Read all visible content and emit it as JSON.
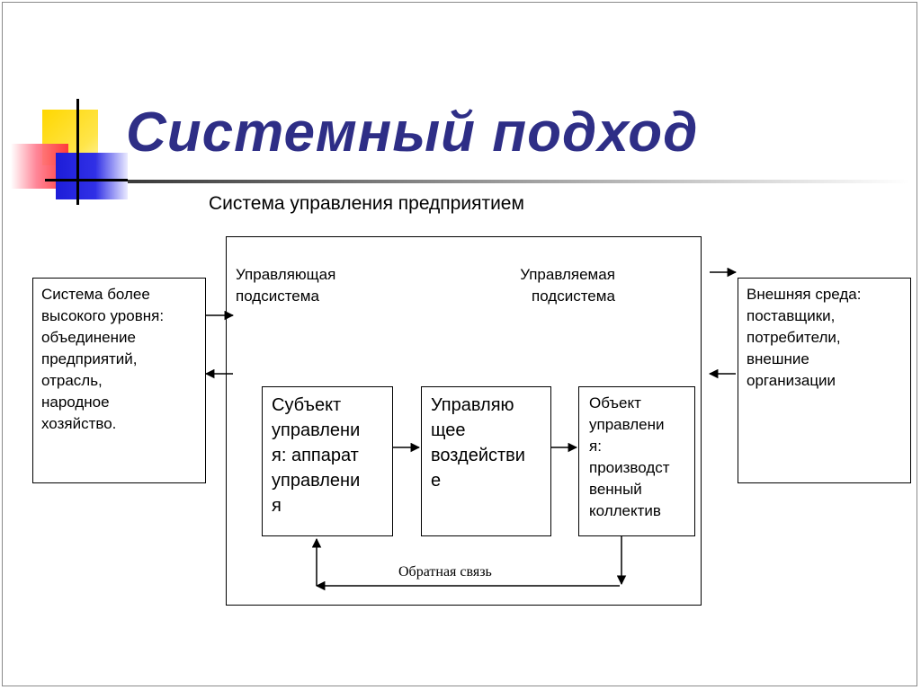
{
  "slide": {
    "title": "Системный подход",
    "subtitle": "Система управления предприятием"
  },
  "diagram": {
    "higher_system": {
      "lines": [
        "Система более",
        "высокого уровня:",
        "объединение",
        "предприятий,",
        "отрасль,",
        "народное",
        "хозяйство."
      ]
    },
    "environment": {
      "lines": [
        "Внешняя среда:",
        "поставщики,",
        "потребители,",
        "внешние",
        "организации"
      ]
    },
    "managing_subsystem": {
      "lines": [
        "Управляющая",
        "подсистема"
      ]
    },
    "managed_subsystem": {
      "lines": [
        "Управляемая",
        "подсистема"
      ]
    },
    "subject": {
      "lines": [
        "Субъект",
        "управлени",
        "я: аппарат",
        "управлени",
        "я"
      ]
    },
    "influence": {
      "lines": [
        "Управляю",
        "щее",
        "воздействи",
        "е"
      ]
    },
    "object": {
      "lines": [
        "Объект",
        "управлени",
        "я:",
        "производст",
        "венный",
        "коллектив"
      ]
    },
    "feedback_label": "Обратная связь"
  },
  "colors": {
    "title": "#2e2e86",
    "deco_yellow": "#ffd700",
    "deco_red": "#ff3b3b",
    "deco_blue": "#1d1dd8"
  }
}
